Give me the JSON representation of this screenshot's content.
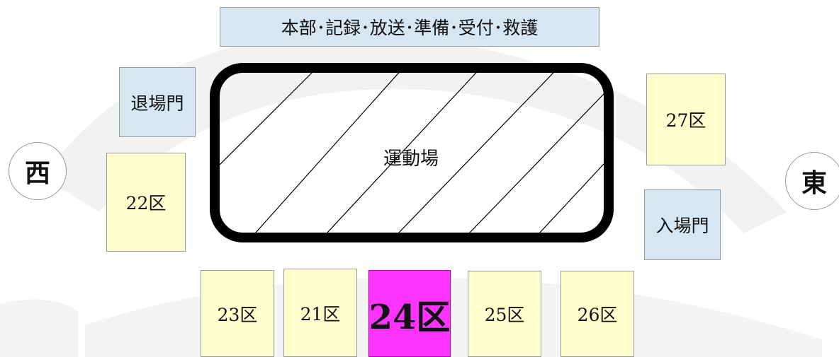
{
  "headquarters_label": "本部･記録･放送･準備･受付･救護",
  "exit_gate_label": "退場門",
  "entrance_gate_label": "入場門",
  "field_label": "運動場",
  "west_label": "西",
  "east_label": "東",
  "districts": {
    "d22": "22区",
    "d27": "27区",
    "d23": "23区",
    "d21": "21区",
    "d24": "24区",
    "d25": "25区",
    "d26": "26区"
  },
  "highlighted_district": "24区",
  "colors": {
    "blue_box": "#d6e6f2",
    "yellow_box": "#fdfdcd",
    "highlight": "#ff33ff",
    "field_border": "#000000"
  }
}
